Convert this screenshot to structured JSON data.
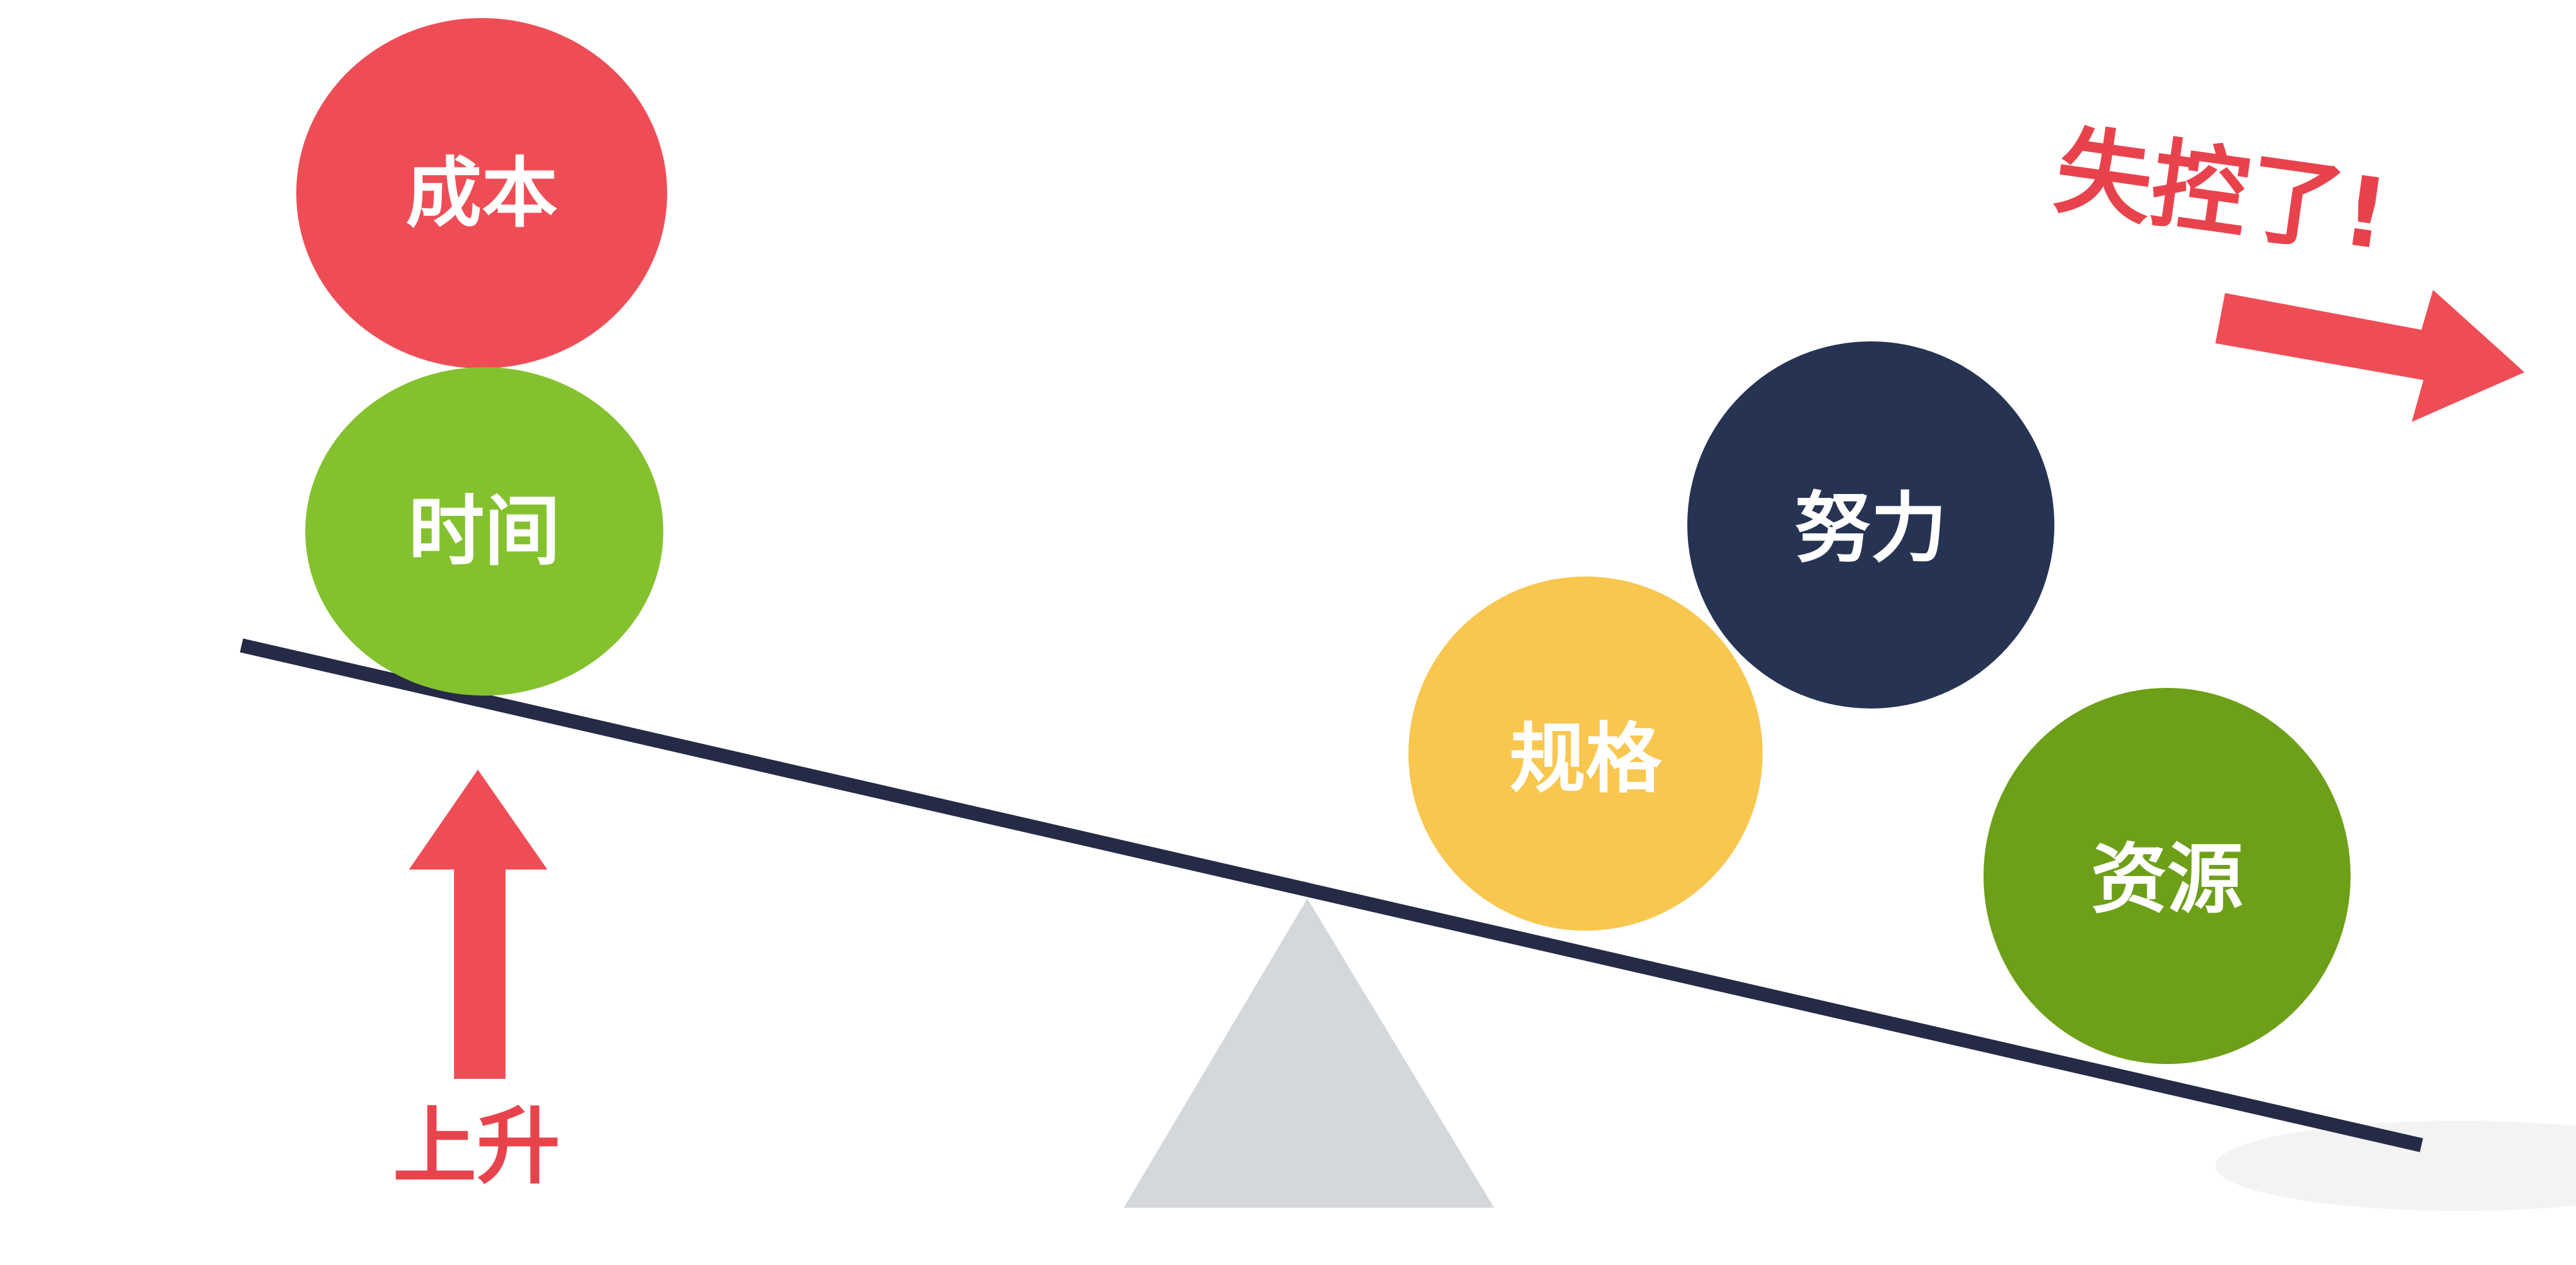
{
  "colors": {
    "red": "#ef4d56",
    "light_green": "#84c12e",
    "dark_green": "#6e9f19",
    "yellow": "#f9c74f",
    "navy": "#263353",
    "beam": "#252a46",
    "fulcrum": "#d5d8db",
    "label_red": "#e8434d"
  },
  "left_side": {
    "balls": [
      {
        "label": "成本",
        "color": "#ef4d56"
      },
      {
        "label": "时间",
        "color": "#84c12e"
      }
    ],
    "arrow_label": "上升"
  },
  "right_side": {
    "balls": [
      {
        "label": "规格",
        "color": "#f9c74f"
      },
      {
        "label": "努力",
        "color": "#263353"
      },
      {
        "label": "资源",
        "color": "#6e9f19"
      }
    ],
    "arrow_label": "失控了!"
  }
}
